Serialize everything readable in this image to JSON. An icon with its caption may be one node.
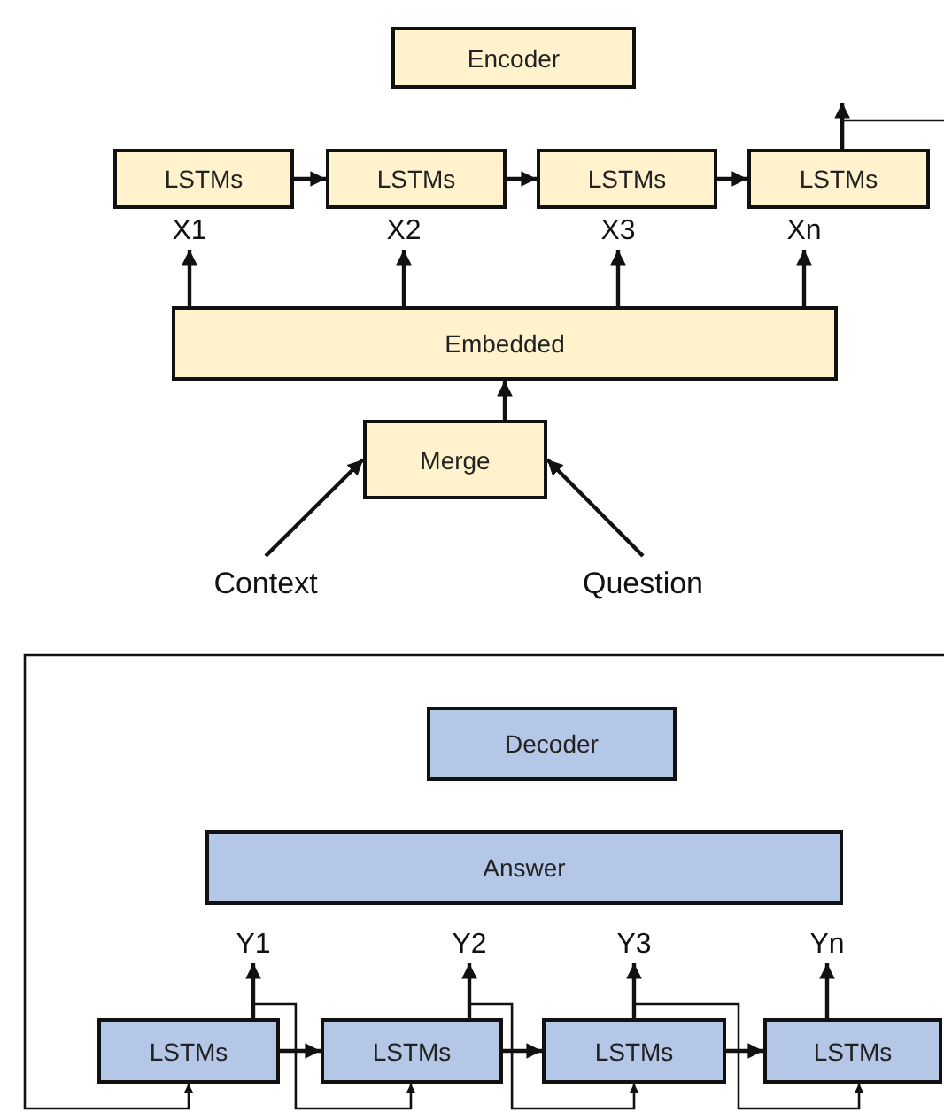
{
  "diagram": {
    "nodes": [
      {
        "text": [
          "Encoder"
        ]
      },
      {
        "text": [
          "LSTMs"
        ]
      },
      {
        "text": [
          "LSTMs"
        ]
      },
      {
        "text": [
          "LSTMs"
        ]
      },
      {
        "text": [
          "LSTMs"
        ]
      },
      {
        "text": [
          "X1"
        ]
      },
      {
        "text": [
          "X2"
        ]
      },
      {
        "text": [
          "X3"
        ]
      },
      {
        "text": [
          "Xn"
        ]
      },
      {
        "text": [
          "Embedded"
        ]
      },
      {
        "text": [
          "Merge"
        ]
      },
      {
        "text": [
          "Context"
        ]
      },
      {
        "text": [
          "Question"
        ]
      },
      {
        "text": [
          "Decoder"
        ]
      },
      {
        "text": [
          "Answer"
        ]
      },
      {
        "text": [
          "Y1"
        ]
      },
      {
        "text": [
          "Y2"
        ]
      },
      {
        "text": [
          "Y3"
        ]
      },
      {
        "text": [
          "Yn"
        ]
      },
      {
        "text": [
          "LSTMs"
        ]
      },
      {
        "text": [
          "LSTMs"
        ]
      },
      {
        "text": [
          "LSTMs"
        ]
      },
      {
        "text": [
          "LSTMs"
        ]
      }
    ],
    "edges": [
      {
        "from": 1,
        "to": 2,
        "arrow": "to"
      },
      {
        "from": 2,
        "to": 3,
        "arrow": "to"
      },
      {
        "from": 3,
        "to": 4,
        "arrow": "to"
      },
      {
        "from": 4,
        "to": null,
        "arrow": "to"
      },
      {
        "from": 4,
        "to": null,
        "arrow": "none"
      },
      {
        "from": 9,
        "to": 5,
        "arrow": "to"
      },
      {
        "from": 9,
        "to": 6,
        "arrow": "to"
      },
      {
        "from": 9,
        "to": 7,
        "arrow": "to"
      },
      {
        "from": 9,
        "to": 8,
        "arrow": "to"
      },
      {
        "from": 10,
        "to": 9,
        "arrow": "to"
      },
      {
        "from": 11,
        "to": 10,
        "arrow": "to"
      },
      {
        "from": 12,
        "to": 10,
        "arrow": "to"
      },
      {
        "from": 19,
        "to": 15,
        "arrow": "to"
      },
      {
        "from": 20,
        "to": 16,
        "arrow": "to"
      },
      {
        "from": 21,
        "to": 17,
        "arrow": "to"
      },
      {
        "from": 22,
        "to": 18,
        "arrow": "to"
      },
      {
        "from": 19,
        "to": 20,
        "arrow": "to"
      },
      {
        "from": 20,
        "to": 21,
        "arrow": "to"
      },
      {
        "from": 21,
        "to": 22,
        "arrow": "to"
      },
      {
        "from": 19,
        "to": 20,
        "arrow": "to"
      },
      {
        "from": 20,
        "to": 21,
        "arrow": "to"
      },
      {
        "from": 21,
        "to": 22,
        "arrow": "to"
      },
      {
        "from": null,
        "to": 19,
        "arrow": "to"
      }
    ]
  }
}
